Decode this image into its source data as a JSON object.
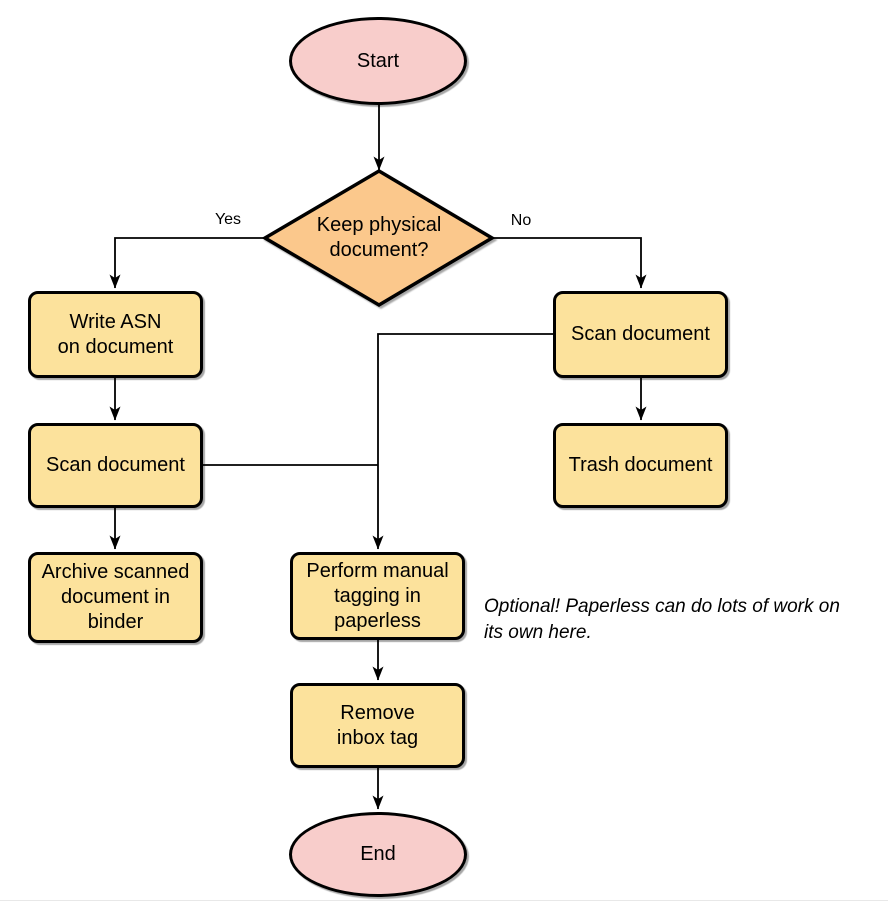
{
  "diagram": {
    "type": "flowchart",
    "palette": {
      "background": "#FFFFFF",
      "terminator_fill": "#F8CDCB",
      "decision_fill": "#FBC88C",
      "process_fill": "#FCE29C",
      "stroke": "#000000"
    },
    "nodes": {
      "start": {
        "shape": "terminator",
        "label": "Start"
      },
      "decision": {
        "shape": "decision",
        "label": [
          "Keep physical",
          "document?"
        ]
      },
      "write_asn": {
        "shape": "process",
        "label": [
          "Write ASN",
          "on document"
        ]
      },
      "scan_left": {
        "shape": "process",
        "label": "Scan document"
      },
      "archive": {
        "shape": "process",
        "label": [
          "Archive scanned",
          "document in",
          "binder"
        ]
      },
      "scan_right": {
        "shape": "process",
        "label": "Scan document"
      },
      "trash": {
        "shape": "process",
        "label": "Trash document"
      },
      "tagging": {
        "shape": "process",
        "label": [
          "Perform manual",
          "tagging in",
          "paperless"
        ]
      },
      "remove_inbox": {
        "shape": "process",
        "label": [
          "Remove",
          "inbox tag"
        ]
      },
      "end": {
        "shape": "terminator",
        "label": "End"
      }
    },
    "edge_labels": {
      "yes": "Yes",
      "no": "No"
    },
    "note": {
      "text": [
        "Optional! Paperless can do lots of work on",
        "its own here."
      ]
    }
  }
}
